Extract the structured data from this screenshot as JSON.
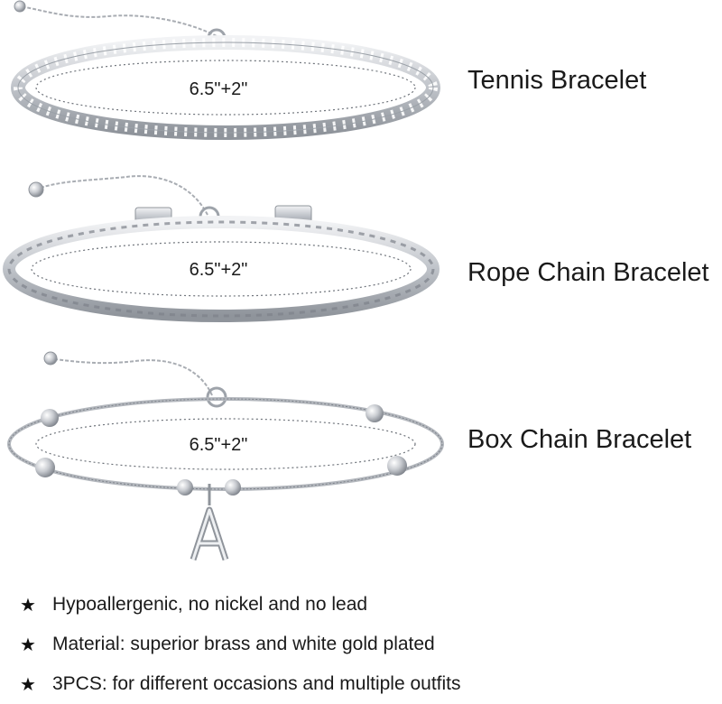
{
  "products": [
    {
      "title": "Tennis Bracelet",
      "size": "6.5\"+2\""
    },
    {
      "title": "Rope Chain Bracelet",
      "size": "6.5\"+2\""
    },
    {
      "title": "Box Chain Bracelet",
      "size": "6.5\"+2\""
    }
  ],
  "features": [
    {
      "bullet": "★",
      "text": "Hypoallergenic, no nickel and no lead"
    },
    {
      "bullet": "★",
      "text": "Material: superior brass and white gold plated"
    },
    {
      "bullet": "★",
      "text": "3PCS: for different occasions and multiple outfits"
    }
  ],
  "colors": {
    "metal": "#c8cbd0",
    "metal_dark": "#8f949b",
    "text": "#1a1a1a"
  }
}
